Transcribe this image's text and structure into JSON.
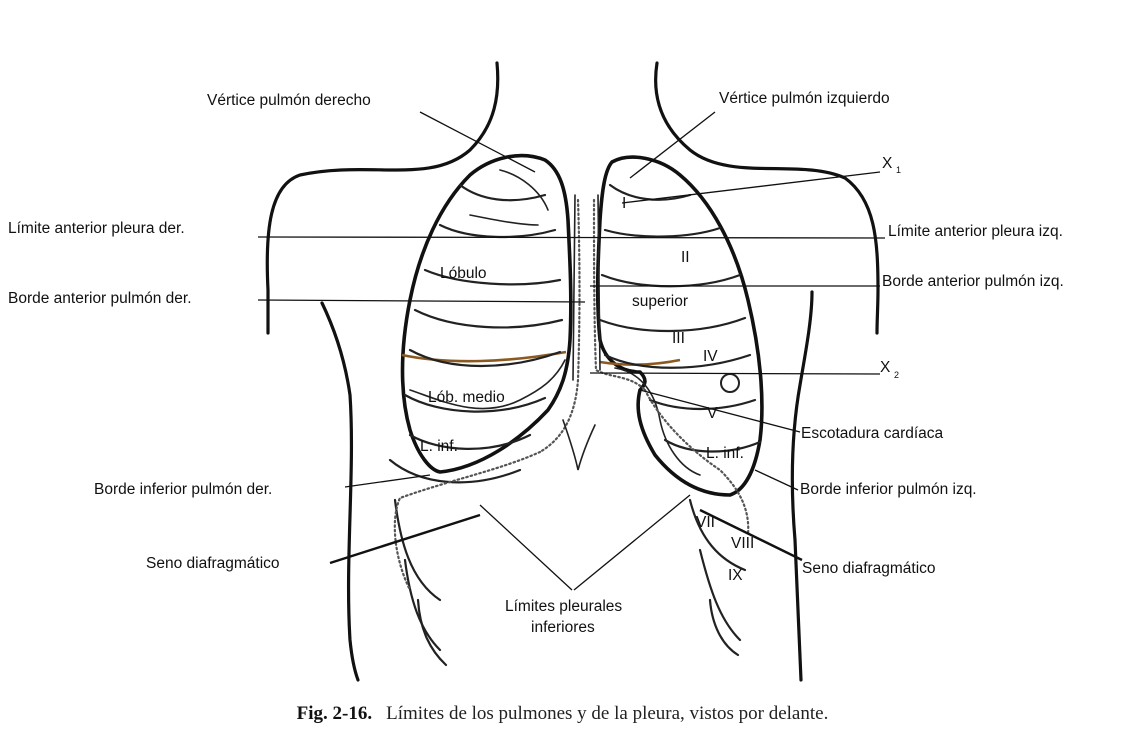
{
  "labels": {
    "vertice_der": "Vértice pulmón derecho",
    "vertice_izq": "Vértice pulmón izquierdo",
    "x1": "X",
    "x1_sub": "1",
    "limite_ant_der": "Límite anterior pleura der.",
    "limite_ant_izq": "Límite anterior pleura izq.",
    "lobulo": "Lóbulo",
    "superior": "superior",
    "borde_ant_der": "Borde anterior pulmón der.",
    "borde_ant_izq": "Borde anterior pulmón izq.",
    "x2": "X",
    "x2_sub": "2",
    "lob_medio": "Lób. medio",
    "l_inf_der": "L. inf.",
    "l_inf_izq": "L. inf.",
    "escotadura": "Escotadura cardíaca",
    "borde_inf_der": "Borde inferior pulmón der.",
    "borde_inf_izq": "Borde inferior pulmón izq.",
    "seno_der": "Seno diafragmático",
    "seno_izq": "Seno diafragmático",
    "limites_pleurales_1": "Límites pleurales",
    "limites_pleurales_2": "inferiores"
  },
  "ribs": {
    "I": "I",
    "II": "II",
    "III": "III",
    "IV": "IV",
    "V": "V",
    "VII": "VII",
    "VIII": "VIII",
    "IX": "IX"
  },
  "caption": {
    "number": "Fig. 2-16.",
    "text": "Límites de los pulmones y de la pleura, vistos por delante."
  }
}
